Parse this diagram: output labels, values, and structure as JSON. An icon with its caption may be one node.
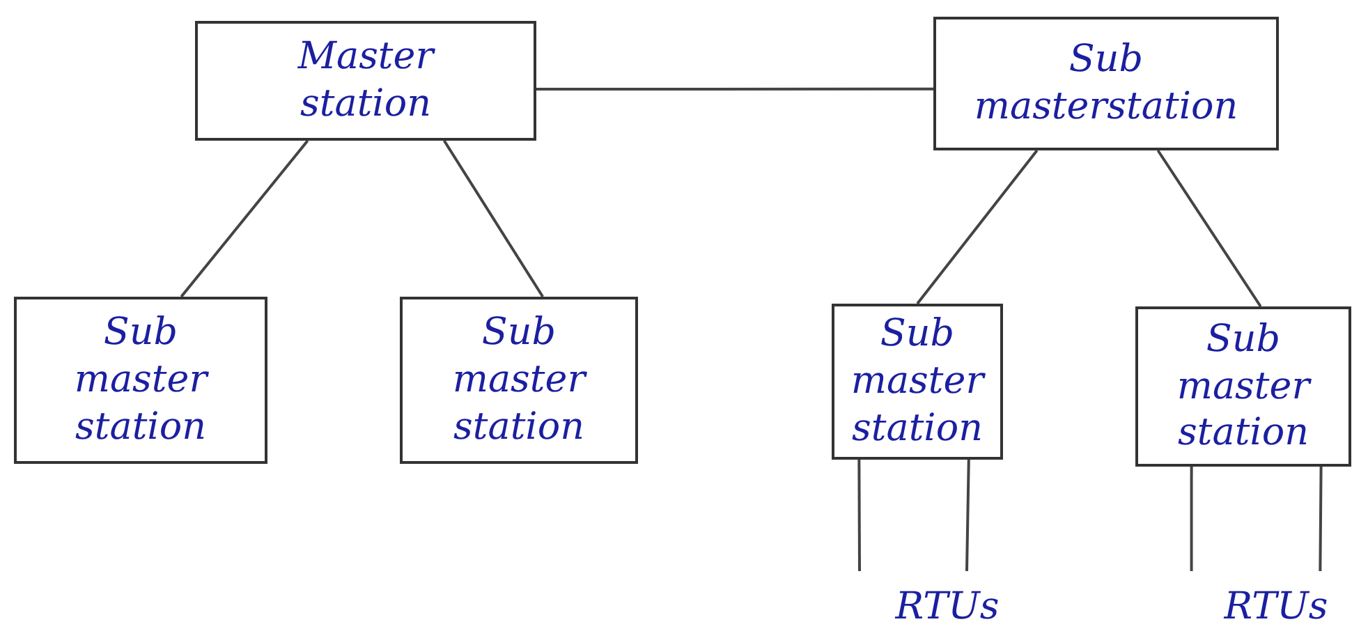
{
  "diagram": {
    "nodes": [
      {
        "text": [
          "Master station"
        ]
      },
      {
        "text": [
          "Sub masterstation"
        ]
      },
      {
        "text": [
          "Sub master station"
        ]
      },
      {
        "text": [
          "Sub master station"
        ]
      },
      {
        "text": [
          "Sub master station"
        ]
      },
      {
        "text": [
          "Sub master station"
        ]
      },
      {
        "text": [
          "RTUs"
        ]
      },
      {
        "text": [
          "RTUs"
        ]
      }
    ],
    "edges": [
      {
        "from": 0,
        "to": 1,
        "arrow": "none"
      },
      {
        "from": 0,
        "to": 2,
        "arrow": "none"
      },
      {
        "from": 0,
        "to": 3,
        "arrow": "none"
      },
      {
        "from": 1,
        "to": 4,
        "arrow": "none"
      },
      {
        "from": 1,
        "to": 5,
        "arrow": "none"
      },
      {
        "from": 4,
        "to": 6,
        "arrow": "none"
      },
      {
        "from": 4,
        "to": 6,
        "arrow": "none"
      },
      {
        "from": 5,
        "to": 7,
        "arrow": "none"
      },
      {
        "from": 5,
        "to": 7,
        "arrow": "none"
      }
    ]
  }
}
